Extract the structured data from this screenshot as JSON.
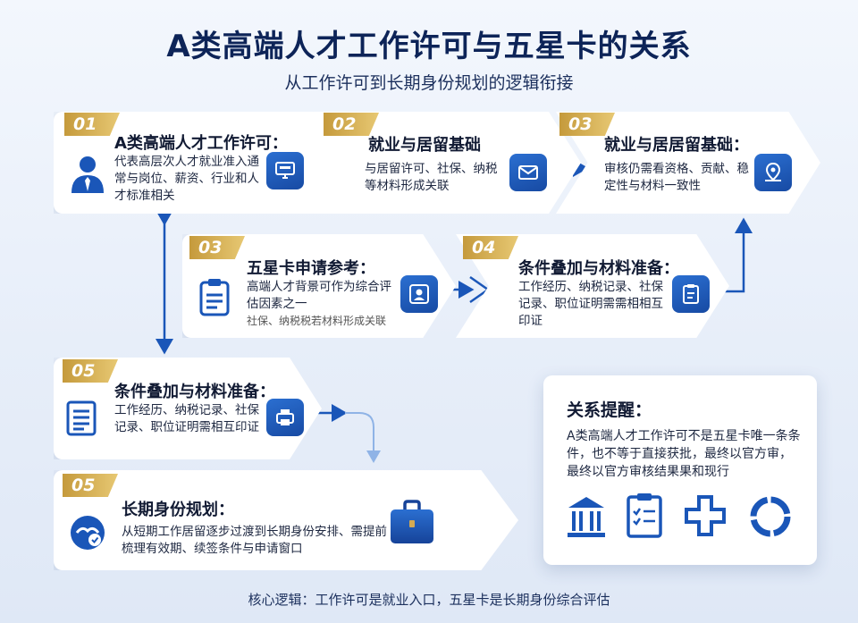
{
  "header": {
    "title": "A类高端人才工作许可与五星卡的关系",
    "subtitle": "从工作许可到长期身份规划的逻辑衔接"
  },
  "cards": [
    {
      "badge": "01",
      "title": "A类高端人才工作许可：",
      "body": "代表高层次人才就业准入通常与岗位、薪资、行业和人才标准相关"
    },
    {
      "badge": "02",
      "title": "就业与居留基础",
      "body": "与居留许可、社保、纳税等材料形成关联"
    },
    {
      "badge": "03",
      "title": "就业与居居留基础：",
      "body": "审核仍需看资格、贡献、稳定性与材料一致性"
    },
    {
      "badge": "03",
      "title": "五星卡申请参考：",
      "body": "高端人才背景可作为综合评估因素之一",
      "body_extra": "社保、纳税税若材料形成关联"
    },
    {
      "badge": "04",
      "title": "条件叠加与材料准备：",
      "body": "工作经历、纳税记录、社保记录、职位证明需需相相互印证"
    },
    {
      "badge": "05",
      "title": "条件叠加与材料准备：",
      "body": "工作经历、纳税记录、社保记录、职位证明需相互印证"
    },
    {
      "badge": "05",
      "title": "长期身份规划：",
      "body": "从短期工作居留逐步过渡到长期身份安排、需提前梳理有效期、续签条件与申请窗口"
    }
  ],
  "reminder": {
    "title": "关系提醒：",
    "body": "A类高端人才工作许可不是五星卡唯一条条件，也不等于直接获批，最终以官方审，最终以官方审核结果果和现行"
  },
  "footer": "核心逻辑：工作许可是就业入口，五星卡是长期身份综合评估",
  "colors": {
    "accent": "#1a56b8",
    "badge": "#d4aa52",
    "title": "#0d2458"
  },
  "icons": [
    "person-tie-icon",
    "monitor-icon",
    "mail-icon",
    "map-pin-icon",
    "clipboard-icon",
    "id-card-icon",
    "checklist-icon",
    "document-icon",
    "printer-icon",
    "handshake-icon",
    "briefcase-icon",
    "bank-icon",
    "form-icon",
    "plus-icon",
    "cycle-icon"
  ]
}
